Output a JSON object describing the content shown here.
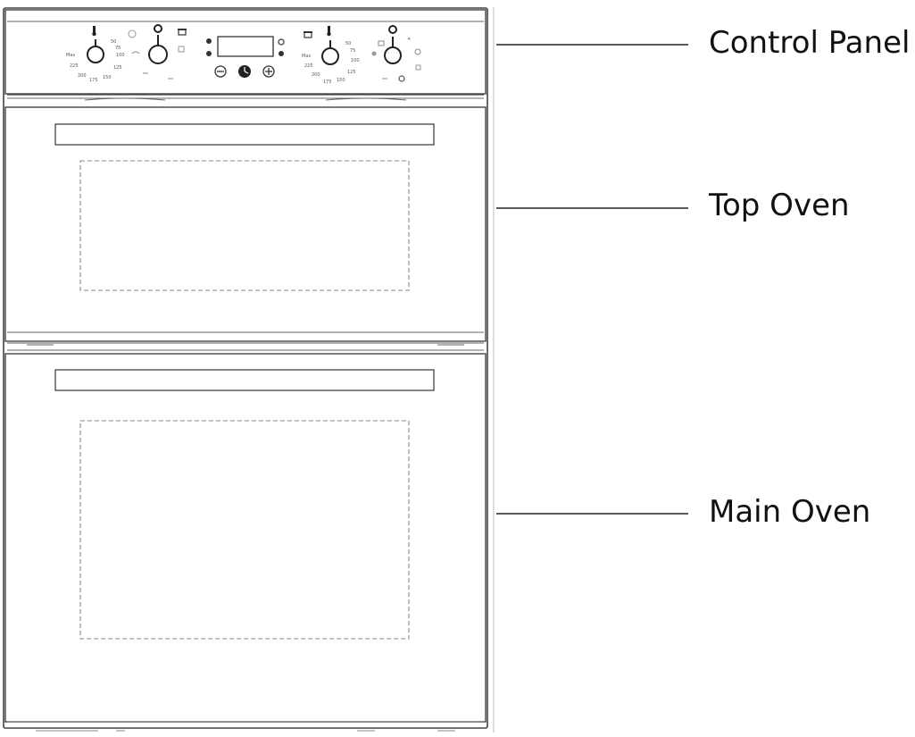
{
  "labels": {
    "control_panel": "Control Panel",
    "top_oven": "Top Oven",
    "main_oven": "Main Oven"
  },
  "colors": {
    "outline": "#444444",
    "dashed": "#888888",
    "text": "#111111"
  },
  "icons": [
    "thermometer-icon",
    "oven-function-icon",
    "clock-icon",
    "minus-icon",
    "plus-icon"
  ]
}
